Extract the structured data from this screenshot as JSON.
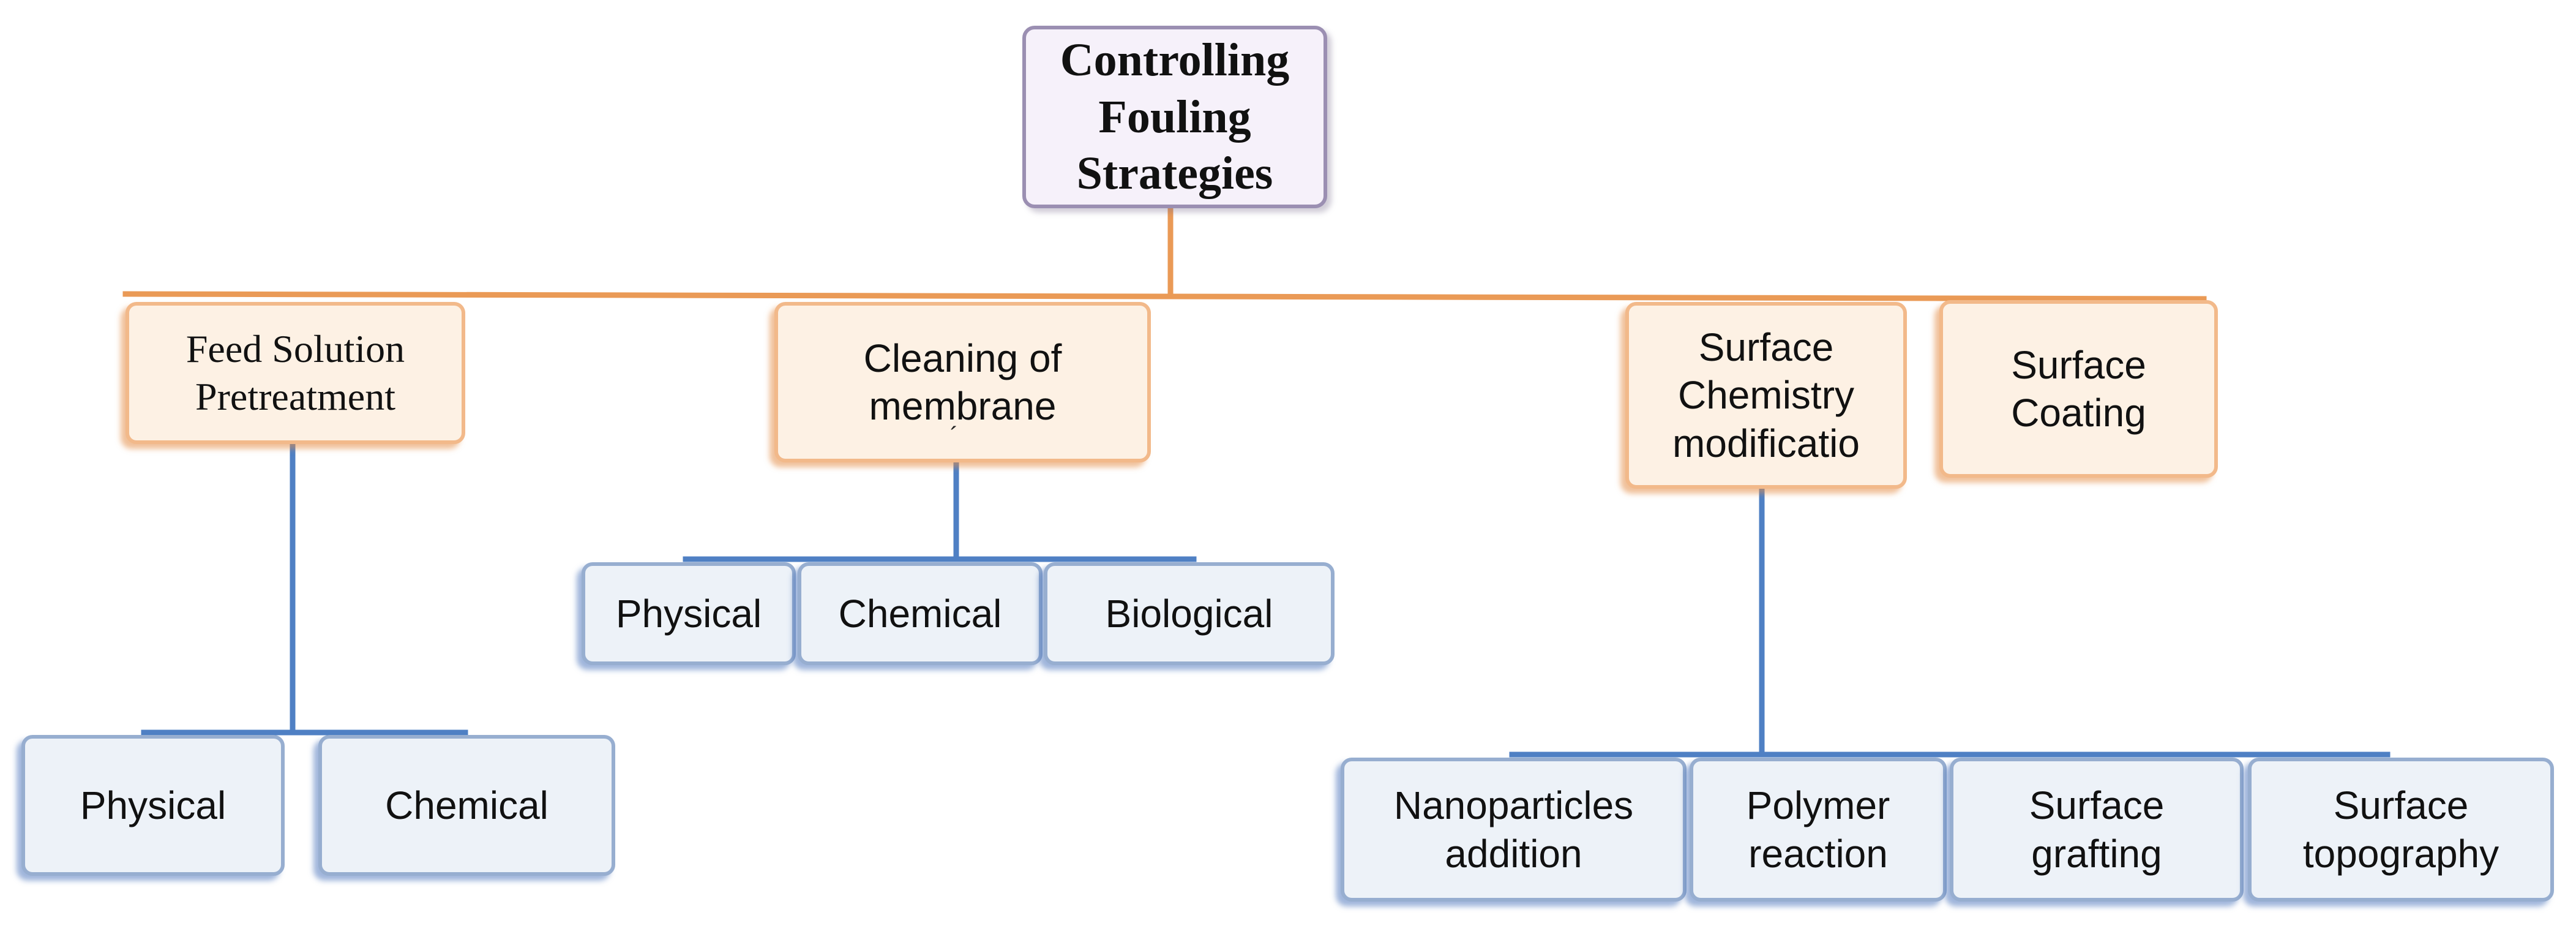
{
  "root": {
    "label": "Controlling Fouling Strategies"
  },
  "branches": {
    "feed": {
      "label": "Feed Solution Pretreatment",
      "children": [
        "Physical",
        "Chemical"
      ]
    },
    "cleaning": {
      "label": "Cleaning of membrane",
      "children": [
        "Physical",
        "Chemical",
        "Biological"
      ]
    },
    "surface_chem": {
      "label": "Surface Chemistry modificatio",
      "children": [
        "Nanoparticles addition",
        "Polymer reaction",
        "Surface grafting",
        "Surface topography"
      ]
    },
    "surface_coating": {
      "label": "Surface Coating"
    }
  },
  "colors": {
    "orange_connector": "#ea9a56",
    "blue_connector": "#4f80c4",
    "orange_box_fill": "#fdf1e4",
    "blue_box_fill": "#edf2f8",
    "root_box_fill": "#f6f1fa"
  }
}
